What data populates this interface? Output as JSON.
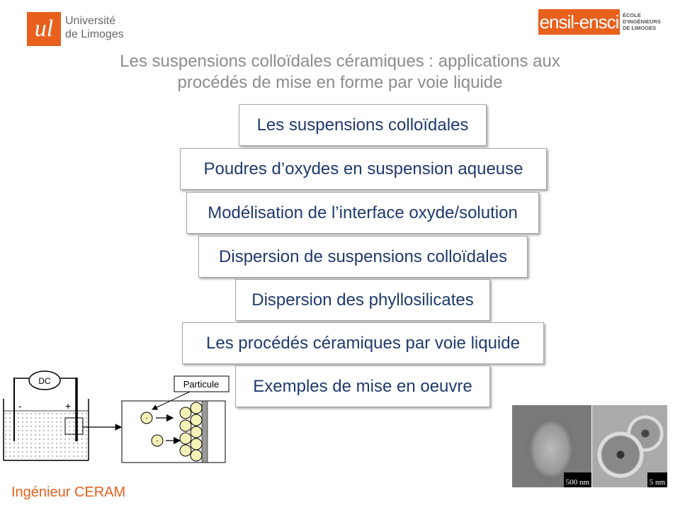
{
  "logos": {
    "university": {
      "mark": "ul",
      "line1": "Université",
      "line2": "de Limoges"
    },
    "school": {
      "name": "ensil-ensci",
      "line1": "ÉCOLE",
      "line2": "D'INGÉNIEURS",
      "line3": "DE LIMOGES"
    }
  },
  "title": {
    "line1": "Les suspensions colloïdales céramiques : applications aux",
    "line2": "procédés de mise en forme par voie liquide"
  },
  "topics": [
    "Les suspensions colloïdales",
    "Poudres d’oxydes en suspension aqueuse",
    "Modélisation de l’interface oxyde/solution",
    "Dispersion de suspensions colloïdales",
    "Dispersion des phyllosilicates",
    "Les procédés céramiques par voie liquide",
    "Exemples de mise en oeuvre"
  ],
  "diagram": {
    "power": "DC",
    "minus": "-",
    "plus": "+",
    "particle_label": "Particule",
    "charge": "-"
  },
  "images": {
    "scale1": "500 nm",
    "scale2": "5 nm"
  },
  "footer": "Ingénieur CERAM",
  "colors": {
    "accent": "#e8601c",
    "topic_text": "#1f3a6e",
    "title": "#8c8c8c"
  }
}
